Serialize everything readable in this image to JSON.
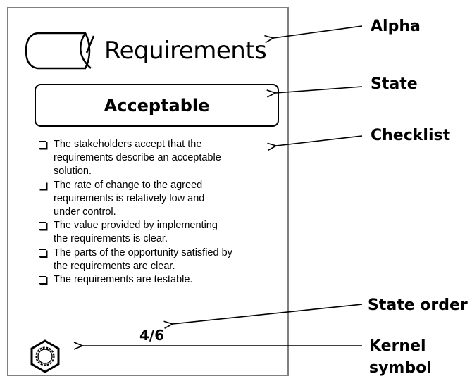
{
  "alpha": {
    "name": "Requirements"
  },
  "state": {
    "name": "Acceptable",
    "order": "4/6"
  },
  "checklist": [
    {
      "lines": [
        "The stakeholders accept that the",
        "requirements describe an acceptable",
        "solution."
      ]
    },
    {
      "lines": [
        "The rate of change to the agreed",
        "requirements is relatively low and",
        "under control."
      ]
    },
    {
      "lines": [
        "The value provided by implementing",
        "the requirements is clear."
      ]
    },
    {
      "lines": [
        "The parts of the opportunity satisfied by",
        "the requirements are clear."
      ]
    },
    {
      "lines": [
        "The requirements are testable."
      ]
    }
  ],
  "callouts": {
    "alpha": "Alpha",
    "state": "State",
    "checklist": "Checklist",
    "state_order": "State order",
    "kernel_symbol_line1": "Kernel",
    "kernel_symbol_line2": "symbol"
  },
  "icons": {
    "alpha": "alpha-symbol-icon",
    "kernel": "kernel-symbol-icon",
    "checkbox": "checkbox-icon"
  }
}
